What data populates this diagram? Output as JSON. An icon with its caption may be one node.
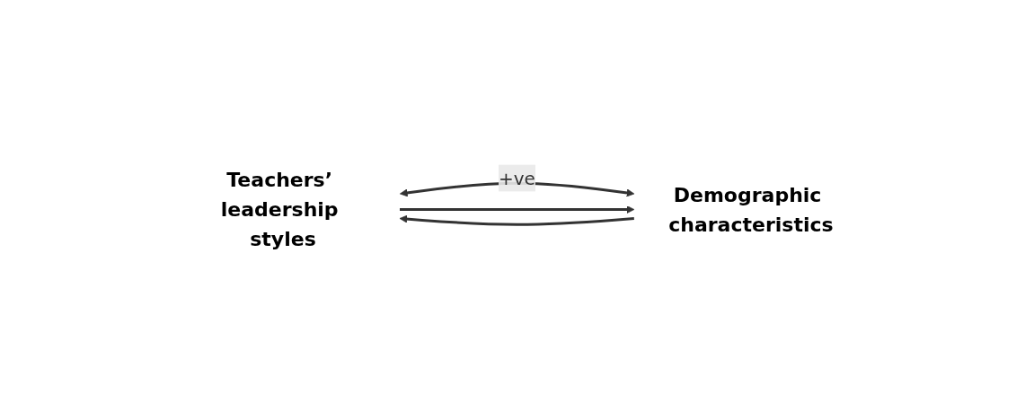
{
  "diagram": {
    "nodes": [
      {
        "text": [
          "Teachers’ leadership styles"
        ]
      },
      {
        "text": [
          "Demographic characteristics"
        ]
      }
    ],
    "edges": [
      {
        "from": 0,
        "to": 1,
        "arrow": "both",
        "label": "+ve"
      },
      {
        "from": 0,
        "to": 1,
        "arrow": "to"
      },
      {
        "from": 1,
        "to": 0,
        "arrow": "to"
      }
    ]
  }
}
